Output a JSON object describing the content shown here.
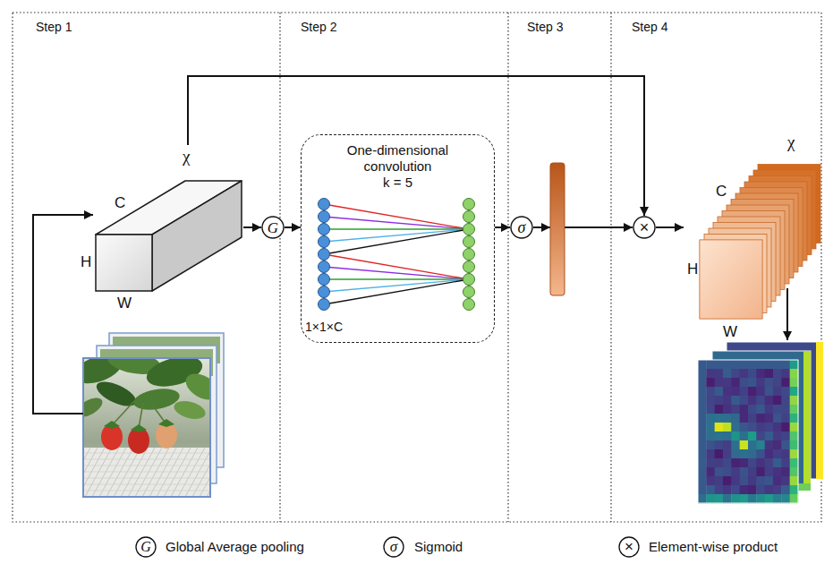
{
  "diagram": {
    "nodes": [
      {
        "text": [
          "χ",
          "C",
          "H",
          "W"
        ]
      },
      {
        "text": [
          "G"
        ]
      },
      {
        "text": [
          "One-dimensional convolution",
          "k = 5",
          "1×1×C"
        ]
      },
      {
        "text": [
          "σ"
        ]
      },
      {
        "text": [
          "×"
        ]
      },
      {
        "text": [
          "χ",
          "C",
          "H",
          "W"
        ]
      }
    ],
    "edges": [
      {
        "from": 0,
        "to": 1,
        "arrow": "to"
      },
      {
        "from": 1,
        "to": 2,
        "arrow": "to"
      },
      {
        "from": 2,
        "to": 3,
        "arrow": "to"
      },
      {
        "from": 3,
        "to": 4,
        "arrow": "to"
      },
      {
        "from": 0,
        "to": 4,
        "arrow": "to"
      },
      {
        "from": 4,
        "to": 5,
        "arrow": "to"
      }
    ],
    "labels": [
      "Step 1",
      "Step 2",
      "Step 3",
      "Step 4",
      "G",
      "σ",
      "×"
    ],
    "legend": [
      {
        "text": "Global Average pooling"
      },
      {
        "text": "Sigmoid"
      },
      {
        "text": "Element-wise product"
      }
    ]
  }
}
